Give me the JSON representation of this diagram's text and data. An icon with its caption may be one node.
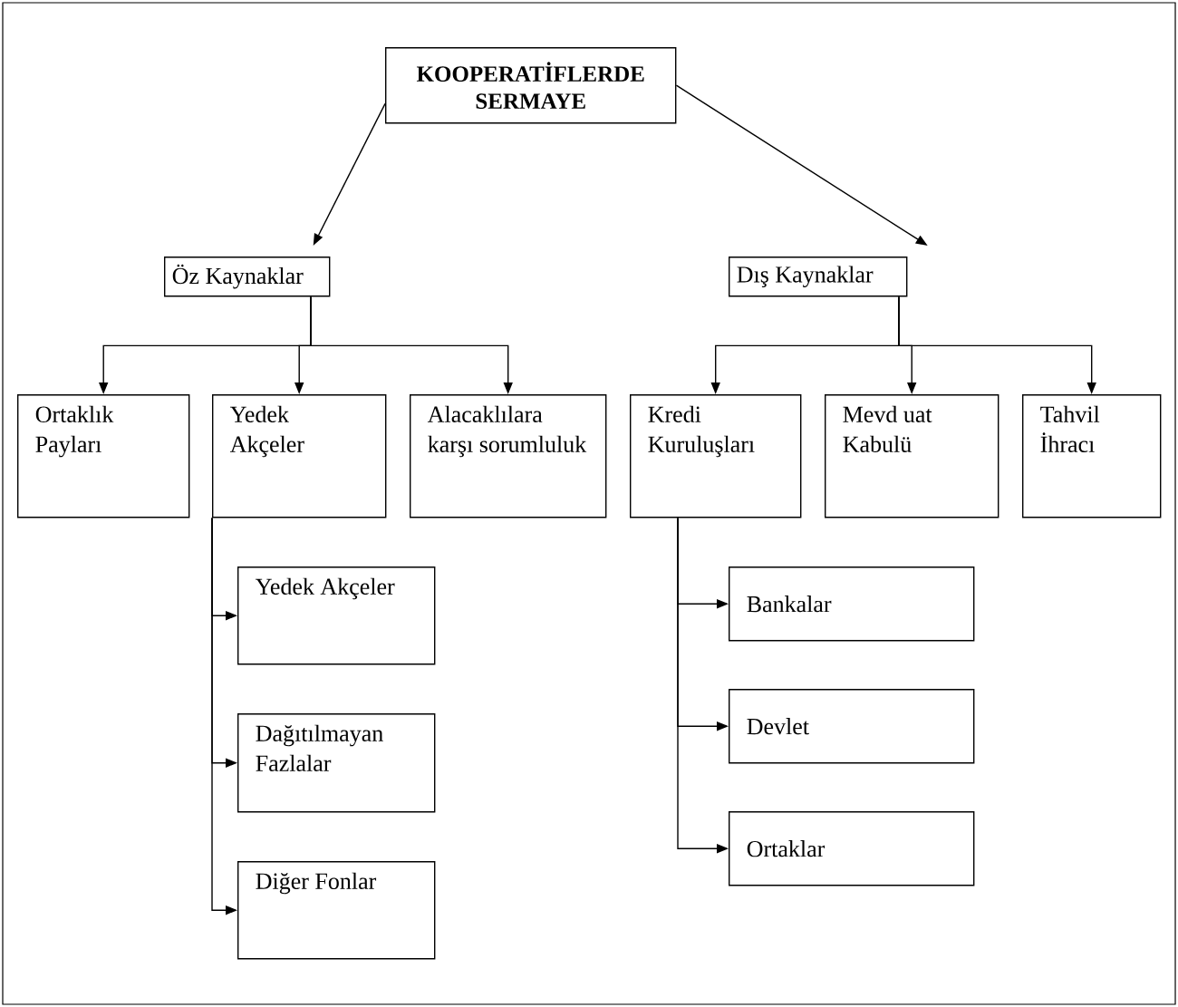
{
  "diagram": {
    "nodes": [
      {
        "text": [
          "KOOPERATİFLERDE SERMAYE"
        ]
      },
      {
        "text": [
          "Öz Kaynaklar"
        ]
      },
      {
        "text": [
          "Dış Kaynaklar"
        ]
      },
      {
        "text": [
          "Ortaklık Payları"
        ]
      },
      {
        "text": [
          "Yedek Akçeler"
        ]
      },
      {
        "text": [
          "Alacaklılara karşı sorumluluk"
        ]
      },
      {
        "text": [
          "Kredi Kuruluşları"
        ]
      },
      {
        "text": [
          "Mevd uat Kabulü"
        ]
      },
      {
        "text": [
          "Tahvil İhracı"
        ]
      },
      {
        "text": [
          "Yedek Akçeler"
        ]
      },
      {
        "text": [
          "Dağıtılmayan Fazlalar"
        ]
      },
      {
        "text": [
          "Diğer Fonlar"
        ]
      },
      {
        "text": [
          "Bankalar"
        ]
      },
      {
        "text": [
          "Devlet"
        ]
      },
      {
        "text": [
          "Ortaklar"
        ]
      }
    ],
    "edges": [
      {
        "from": 0,
        "to": 1,
        "arrow": "to"
      },
      {
        "from": 0,
        "to": 2,
        "arrow": "to"
      },
      {
        "from": 1,
        "to": 3,
        "arrow": "to"
      },
      {
        "from": 1,
        "to": 4,
        "arrow": "to"
      },
      {
        "from": 1,
        "to": 5,
        "arrow": "to"
      },
      {
        "from": 2,
        "to": 6,
        "arrow": "to"
      },
      {
        "from": 2,
        "to": 7,
        "arrow": "to"
      },
      {
        "from": 2,
        "to": 8,
        "arrow": "to"
      },
      {
        "from": 4,
        "to": 9,
        "arrow": "to"
      },
      {
        "from": 4,
        "to": 10,
        "arrow": "to"
      },
      {
        "from": 4,
        "to": 11,
        "arrow": "to"
      },
      {
        "from": 6,
        "to": 12,
        "arrow": "to"
      },
      {
        "from": 6,
        "to": 13,
        "arrow": "to"
      },
      {
        "from": 6,
        "to": 14,
        "arrow": "to"
      }
    ]
  }
}
